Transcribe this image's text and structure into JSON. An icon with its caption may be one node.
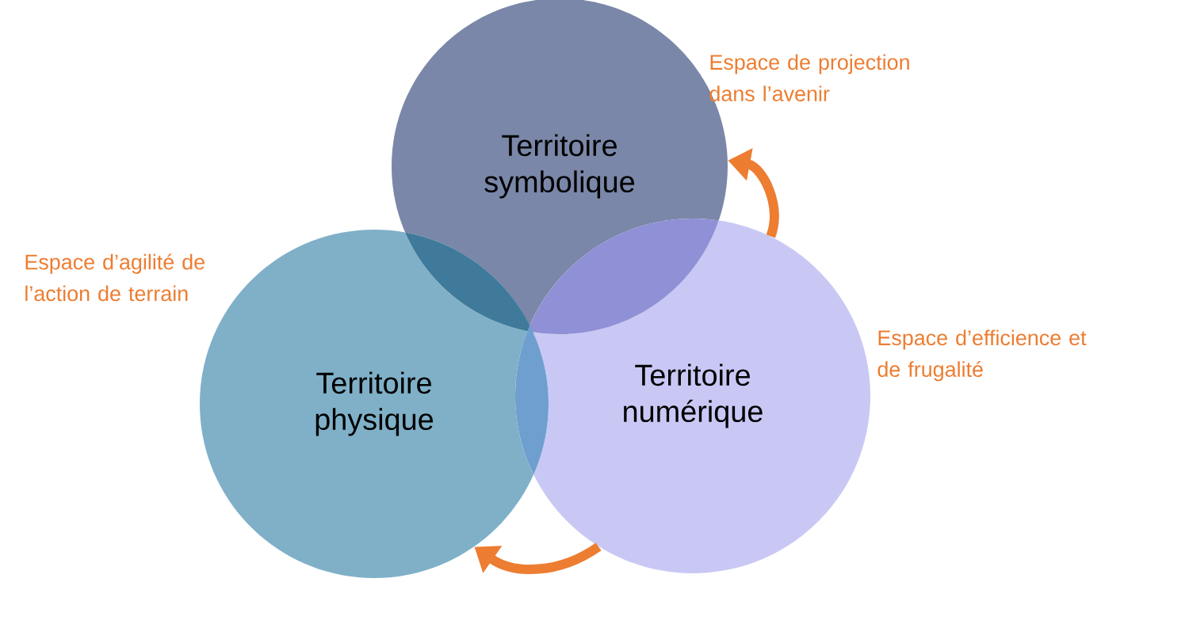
{
  "diagram": {
    "nodes": [
      {
        "text": [
          "Territoire symbolique"
        ]
      },
      {
        "text": [
          "Territoire physique"
        ]
      },
      {
        "text": [
          "Territoire numérique"
        ]
      }
    ],
    "edges": [
      {
        "from": 2,
        "to": 0,
        "arrow": "to"
      },
      {
        "from": 2,
        "to": 1,
        "arrow": "to"
      }
    ],
    "labels": [
      "Espace de projection dans l’avenir",
      "Espace d’agilité de l’action de terrain",
      "Espace d’efficience et de frugalité"
    ]
  }
}
